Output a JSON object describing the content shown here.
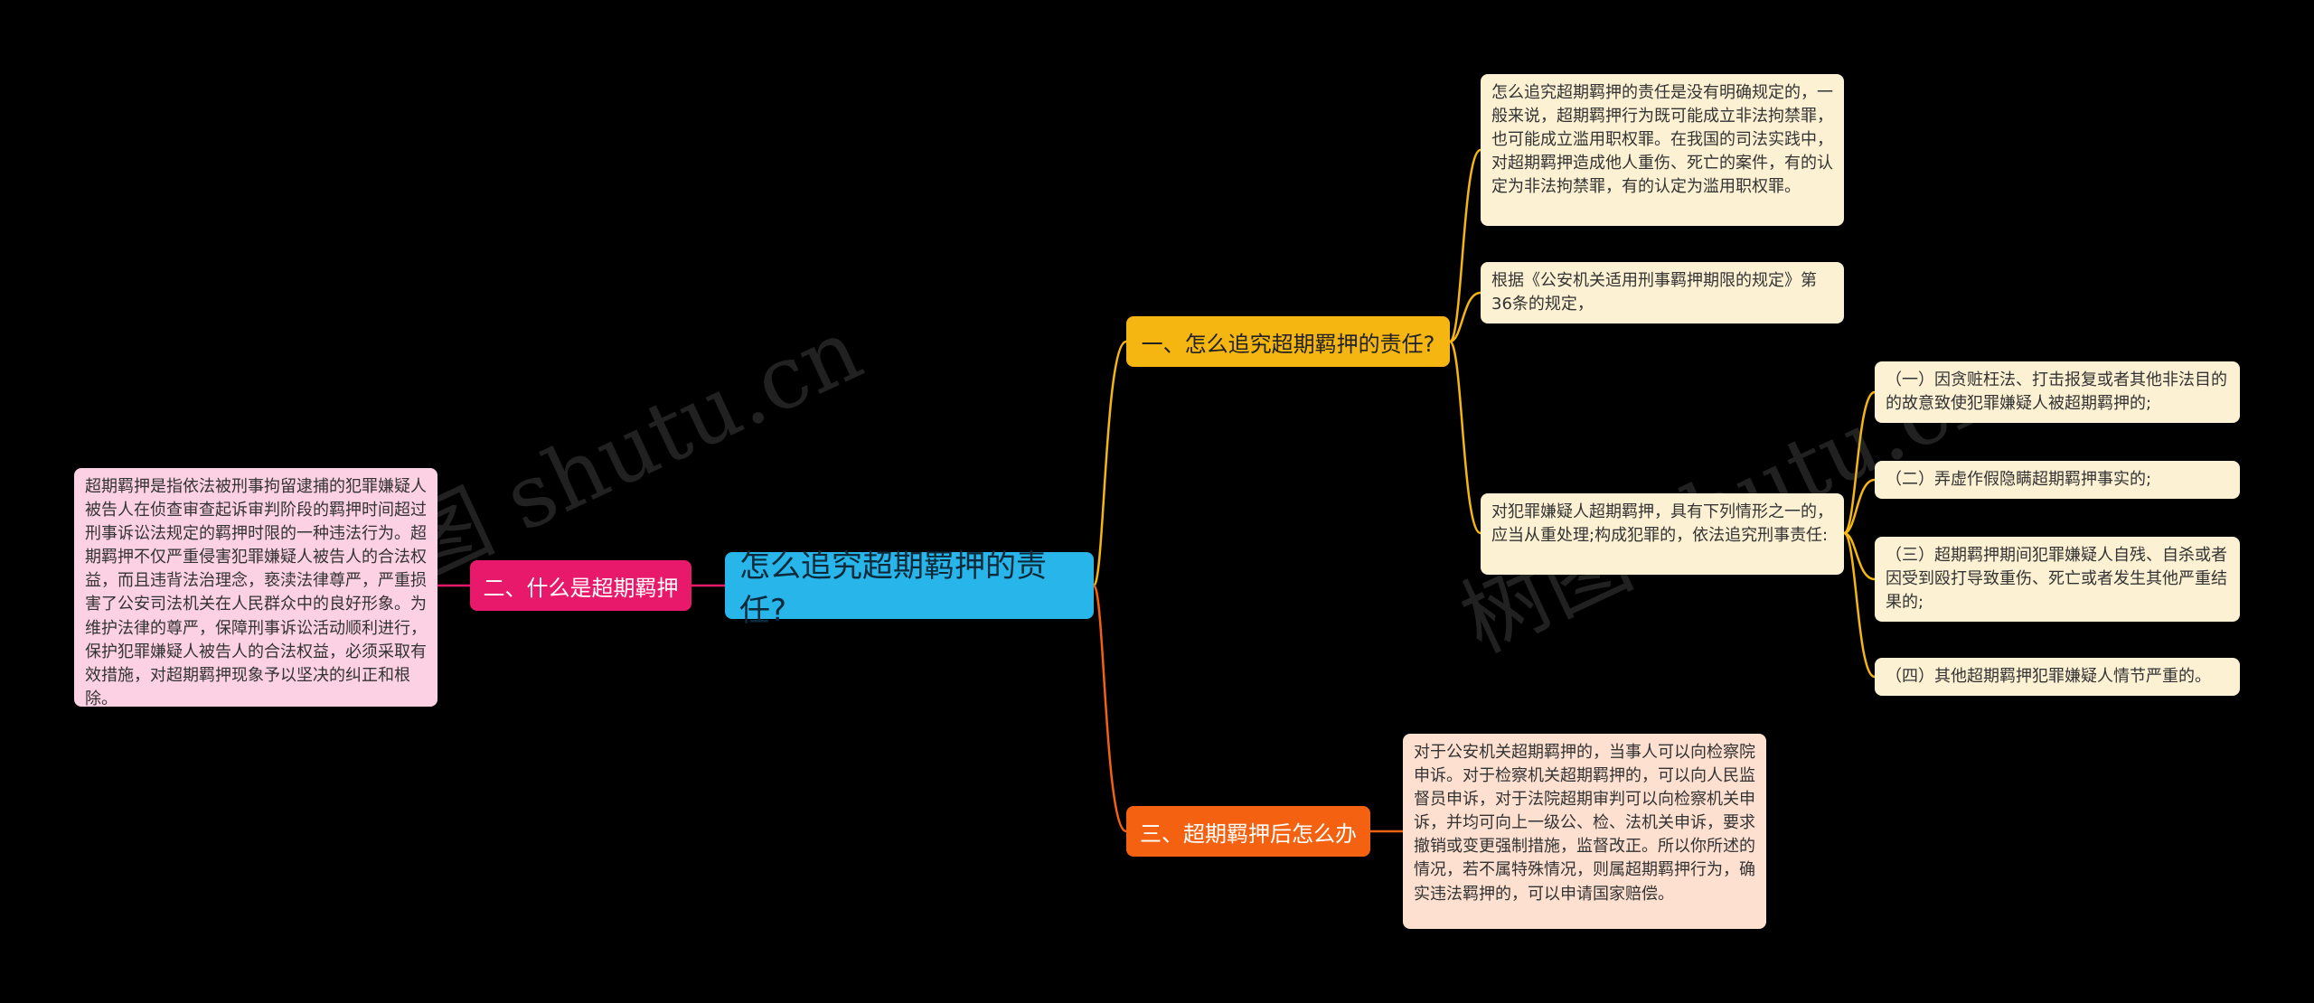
{
  "root": {
    "label": "怎么追究超期羁押的责任?"
  },
  "branches": {
    "b1": {
      "label": "一、怎么追究超期羁押的责任?",
      "leaves": [
        "怎么追究超期羁押的责任是没有明确规定的，一般来说，超期羁押行为既可能成立非法拘禁罪，也可能成立滥用职权罪。在我国的司法实践中，对超期羁押造成他人重伤、死亡的案件，有的认定为非法拘禁罪，有的认定为滥用职权罪。",
        "根据《公安机关适用刑事羁押期限的规定》第36条的规定，",
        "对犯罪嫌疑人超期羁押，具有下列情形之一的，应当从重处理;构成犯罪的，依法追究刑事责任:"
      ],
      "subleaves": [
        "（一）因贪赃枉法、打击报复或者其他非法目的的故意致使犯罪嫌疑人被超期羁押的;",
        "（二）弄虚作假隐瞒超期羁押事实的;",
        "（三）超期羁押期间犯罪嫌疑人自残、自杀或者因受到殴打导致重伤、死亡或者发生其他严重结果的;",
        "（四）其他超期羁押犯罪嫌疑人情节严重的。"
      ]
    },
    "b2": {
      "label": "二、什么是超期羁押",
      "leaf": "超期羁押是指依法被刑事拘留逮捕的犯罪嫌疑人被告人在侦查审查起诉审判阶段的羁押时间超过刑事诉讼法规定的羁押时限的一种违法行为。超期羁押不仅严重侵害犯罪嫌疑人被告人的合法权益，而且违背法治理念，亵渎法律尊严，严重损害了公安司法机关在人民群众中的良好形象。为维护法律的尊严，保障刑事诉讼活动顺利进行，保护犯罪嫌疑人被告人的合法权益，必须采取有效措施，对超期羁押现象予以坚决的纠正和根除。"
    },
    "b3": {
      "label": "三、超期羁押后怎么办",
      "leaf": "对于公安机关超期羁押的，当事人可以向检察院申诉。对于检察机关超期羁押的，可以向人民监督员申诉，对于法院超期审判可以向检察机关申诉，并均可向上一级公、检、法机关申诉，要求撤销或变更强制措施，监督改正。所以你所述的情况，若不属特殊情况，则属超期羁押行为，确实违法羁押的，可以申请国家赔偿。"
    }
  },
  "watermark": "树图 shutu.cn",
  "colors": {
    "root": "#27b5ea",
    "branch1": "#f5b611",
    "branch2": "#e8196b",
    "branch3": "#f46111",
    "leaf1": "#fdf1d3",
    "leaf2": "#fcd1e4",
    "leaf3": "#fde0d0"
  }
}
